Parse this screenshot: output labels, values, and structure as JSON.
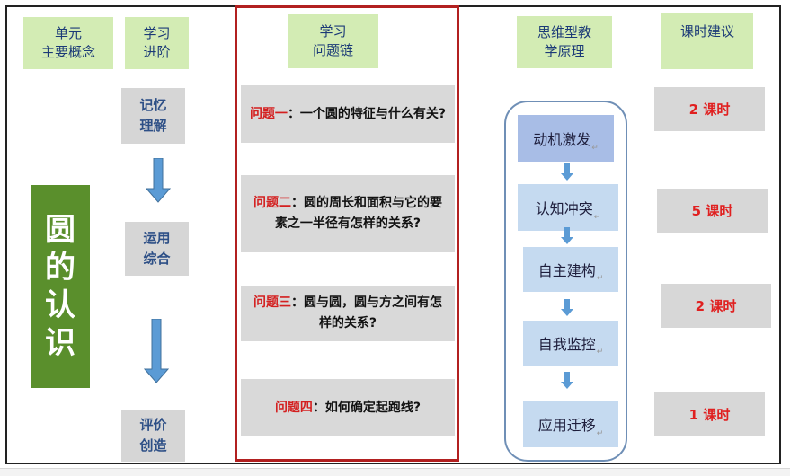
{
  "headers": {
    "unit_concept": "单元\n主要概念",
    "learning_stage": "学习\n进阶",
    "question_chain": "学习\n问题链",
    "thinking_principle": "思维型教\n学原理",
    "hours": "课时建议"
  },
  "concept": "圆\n的\n认\n识",
  "stages": [
    "记忆\n理解",
    "运用\n综合",
    "评价\n创造"
  ],
  "questions": [
    {
      "label": "问题一",
      "text": "：一个圆的特征与什么有关?"
    },
    {
      "label": "问题二",
      "text": "：圆的周长和面积与它的要素之一半径有怎样的关系?"
    },
    {
      "label": "问题三",
      "text": "：圆与圆，圆与方之间有怎样的关系?"
    },
    {
      "label": "问题四",
      "text": "：如何确定起跑线?"
    }
  ],
  "principles": [
    "动机激发",
    "认知冲突",
    "自主建构",
    "自我监控",
    "应用迁移"
  ],
  "hours_list": [
    "2 课时",
    "5 课时",
    "2 课时",
    "1 课时"
  ],
  "colors": {
    "header_green": "#d3ecb4",
    "concept_green": "#5a8f2c",
    "chain_border": "#b22020",
    "question_red": "#d42020",
    "arrow_blue": "#5b9bd5",
    "principle_blue": "#c5daf0"
  }
}
